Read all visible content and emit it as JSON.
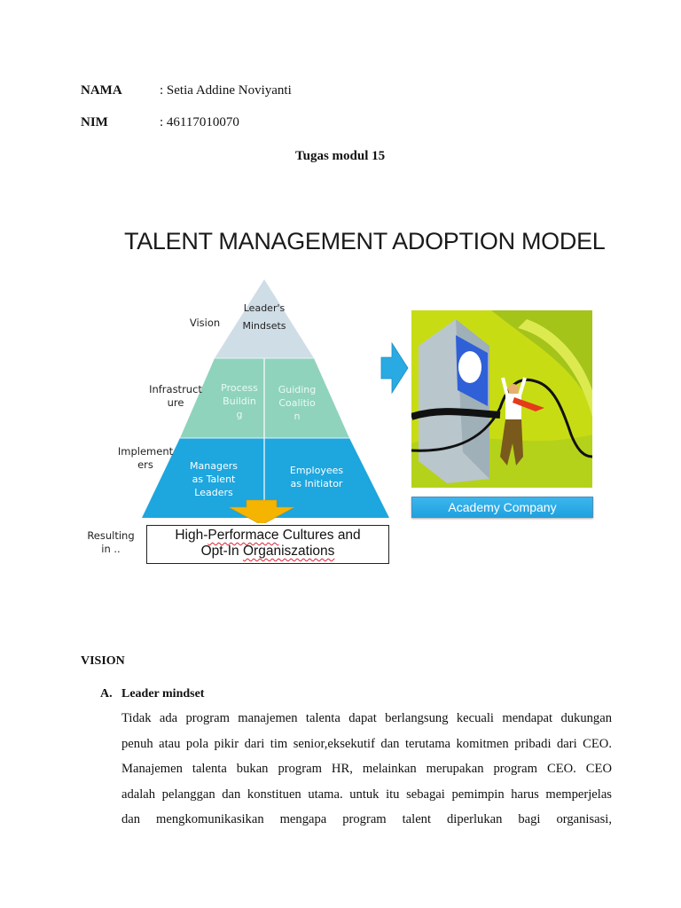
{
  "header": {
    "fields": [
      {
        "label": "NAMA",
        "value": ": Setia Addine Noviyanti"
      },
      {
        "label": "NIM",
        "value": ": 46117010070"
      }
    ],
    "title": "Tugas modul 15"
  },
  "figure": {
    "title": "TALENT MANAGEMENT ADOPTION MODEL",
    "side_labels": {
      "vision": "Vision",
      "infrastructure": [
        "Infrastruct",
        "ure"
      ],
      "implementers": [
        "Implement",
        "ers"
      ],
      "resulting": [
        "Resulting",
        "in .."
      ]
    },
    "pyramid": {
      "top": [
        "Leader's",
        "Mindsets"
      ],
      "middle_left": [
        "Process",
        "Buildin",
        "g"
      ],
      "middle_right": [
        "Guiding",
        "Coalitio",
        "n"
      ],
      "bottom_left": [
        "Managers",
        "as Talent",
        "Leaders"
      ],
      "bottom_right": [
        "Employees",
        "as Initiator"
      ]
    },
    "result_box": {
      "line1_prefix": "High-",
      "line1_squiggle": "Performace",
      "line1_suffix": " Cultures and",
      "line2_prefix": "Opt-In ",
      "line2_squiggle": "Organiszations"
    },
    "image_caption": "Academy Company",
    "colors": {
      "top_tier": "#cfdde6",
      "middle_tier": "#8fd3bd",
      "bottom_tier": "#1ea6de",
      "arrow_down": "#f5b400",
      "arrow_right": "#2aaae2",
      "illustration_bg": "#c8dc14"
    }
  },
  "body": {
    "section_title": "VISION",
    "subsection": {
      "marker": "A.",
      "title": "Leader mindset"
    },
    "paragraph_lines": [
      "Tidak ada program manajemen talenta dapat berlangsung kecuali mendapat dukungan",
      "penuh atau pola pikir dari tim senior,eksekutif dan terutama komitmen pribadi dari CEO.",
      "Manajemen talenta bukan program HR, melainkan merupakan program CEO. CEO",
      "adalah pelanggan dan konstituen utama. untuk itu sebagai pemimpin harus memperjelas",
      "dan mengkomunikasikan mengapa program talent diperlukan bagi organisasi,"
    ]
  }
}
